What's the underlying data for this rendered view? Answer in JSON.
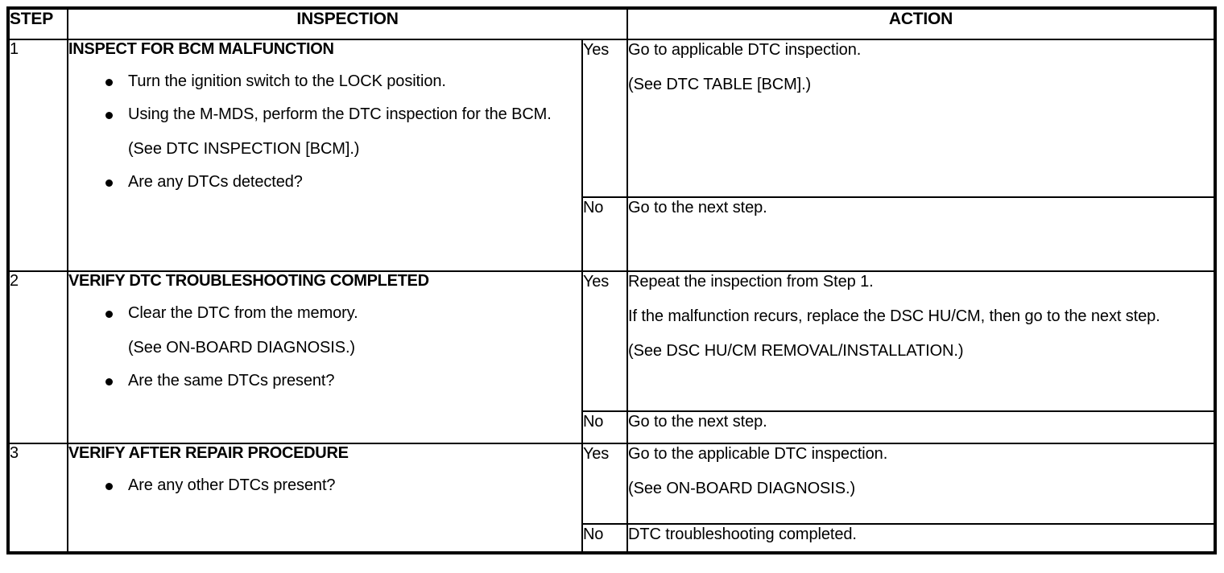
{
  "table": {
    "headers": {
      "step": "STEP",
      "inspection": "INSPECTION",
      "action": "ACTION"
    },
    "rows": [
      {
        "step": "1",
        "inspection": {
          "title": "INSPECT FOR BCM MALFUNCTION",
          "items": [
            {
              "bullet": true,
              "text": "Turn the ignition switch to the LOCK position."
            },
            {
              "bullet": true,
              "text": "Using the M-MDS, perform the DTC inspection for the BCM."
            },
            {
              "bullet": false,
              "text": "(See DTC INSPECTION [BCM].)"
            },
            {
              "bullet": true,
              "text": "Are any DTCs detected?"
            }
          ]
        },
        "outcomes": [
          {
            "label": "Yes",
            "lines": [
              "Go to applicable DTC inspection.",
              "(See DTC TABLE [BCM].)"
            ]
          },
          {
            "label": "No",
            "lines": [
              "Go to the next step."
            ]
          }
        ]
      },
      {
        "step": "2",
        "inspection": {
          "title": "VERIFY DTC TROUBLESHOOTING COMPLETED",
          "items": [
            {
              "bullet": true,
              "text": "Clear the DTC from the memory."
            },
            {
              "bullet": false,
              "text": "(See ON-BOARD DIAGNOSIS.)"
            },
            {
              "bullet": true,
              "text": "Are the same DTCs present?"
            }
          ]
        },
        "outcomes": [
          {
            "label": "Yes",
            "lines": [
              "Repeat the inspection from Step 1.",
              "If the malfunction recurs, replace the DSC HU/CM, then go to the next step.",
              "(See DSC HU/CM REMOVAL/INSTALLATION.)"
            ]
          },
          {
            "label": "No",
            "lines": [
              "Go to the next step."
            ]
          }
        ]
      },
      {
        "step": "3",
        "inspection": {
          "title": "VERIFY AFTER REPAIR PROCEDURE",
          "items": [
            {
              "bullet": true,
              "text": "Are any other DTCs present?"
            }
          ]
        },
        "outcomes": [
          {
            "label": "Yes",
            "lines": [
              "Go to the applicable DTC inspection.",
              "(See ON-BOARD DIAGNOSIS.)"
            ]
          },
          {
            "label": "No",
            "lines": [
              "DTC troubleshooting completed."
            ]
          }
        ]
      }
    ]
  },
  "colors": {
    "border": "#000000",
    "text": "#000000",
    "background": "#ffffff"
  }
}
